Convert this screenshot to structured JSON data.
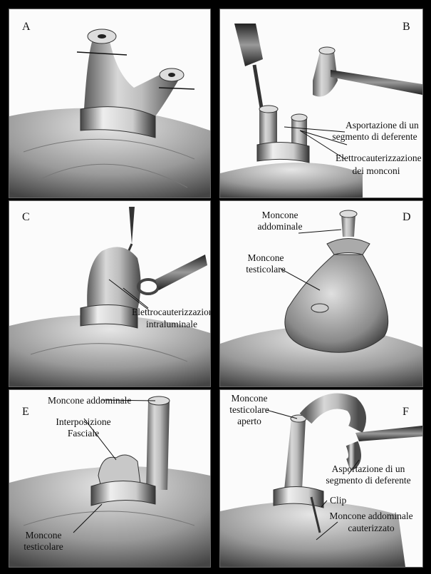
{
  "panels": [
    {
      "letter": "A",
      "labels": []
    },
    {
      "letter": "B",
      "labels": [
        "Asportazione di un",
        "segmento di  deferente",
        "Elettrocauterizzazione",
        "dei monconi"
      ]
    },
    {
      "letter": "C",
      "labels": [
        "Elettrocauterizzazione",
        "intraluminale"
      ]
    },
    {
      "letter": "D",
      "labels": [
        "Moncone",
        "addominale",
        "Moncone",
        "testicolare"
      ]
    },
    {
      "letter": "E",
      "labels": [
        "Moncone addominale",
        "Interposizione",
        "Fasciale",
        "Moncone",
        "testicolare"
      ]
    },
    {
      "letter": "F",
      "labels": [
        "Moncone",
        "testicolare",
        "aperto",
        "Asportazione di un",
        "segmento di deferente",
        "Clip",
        "Moncone addominale",
        "cauterizzato"
      ]
    }
  ]
}
